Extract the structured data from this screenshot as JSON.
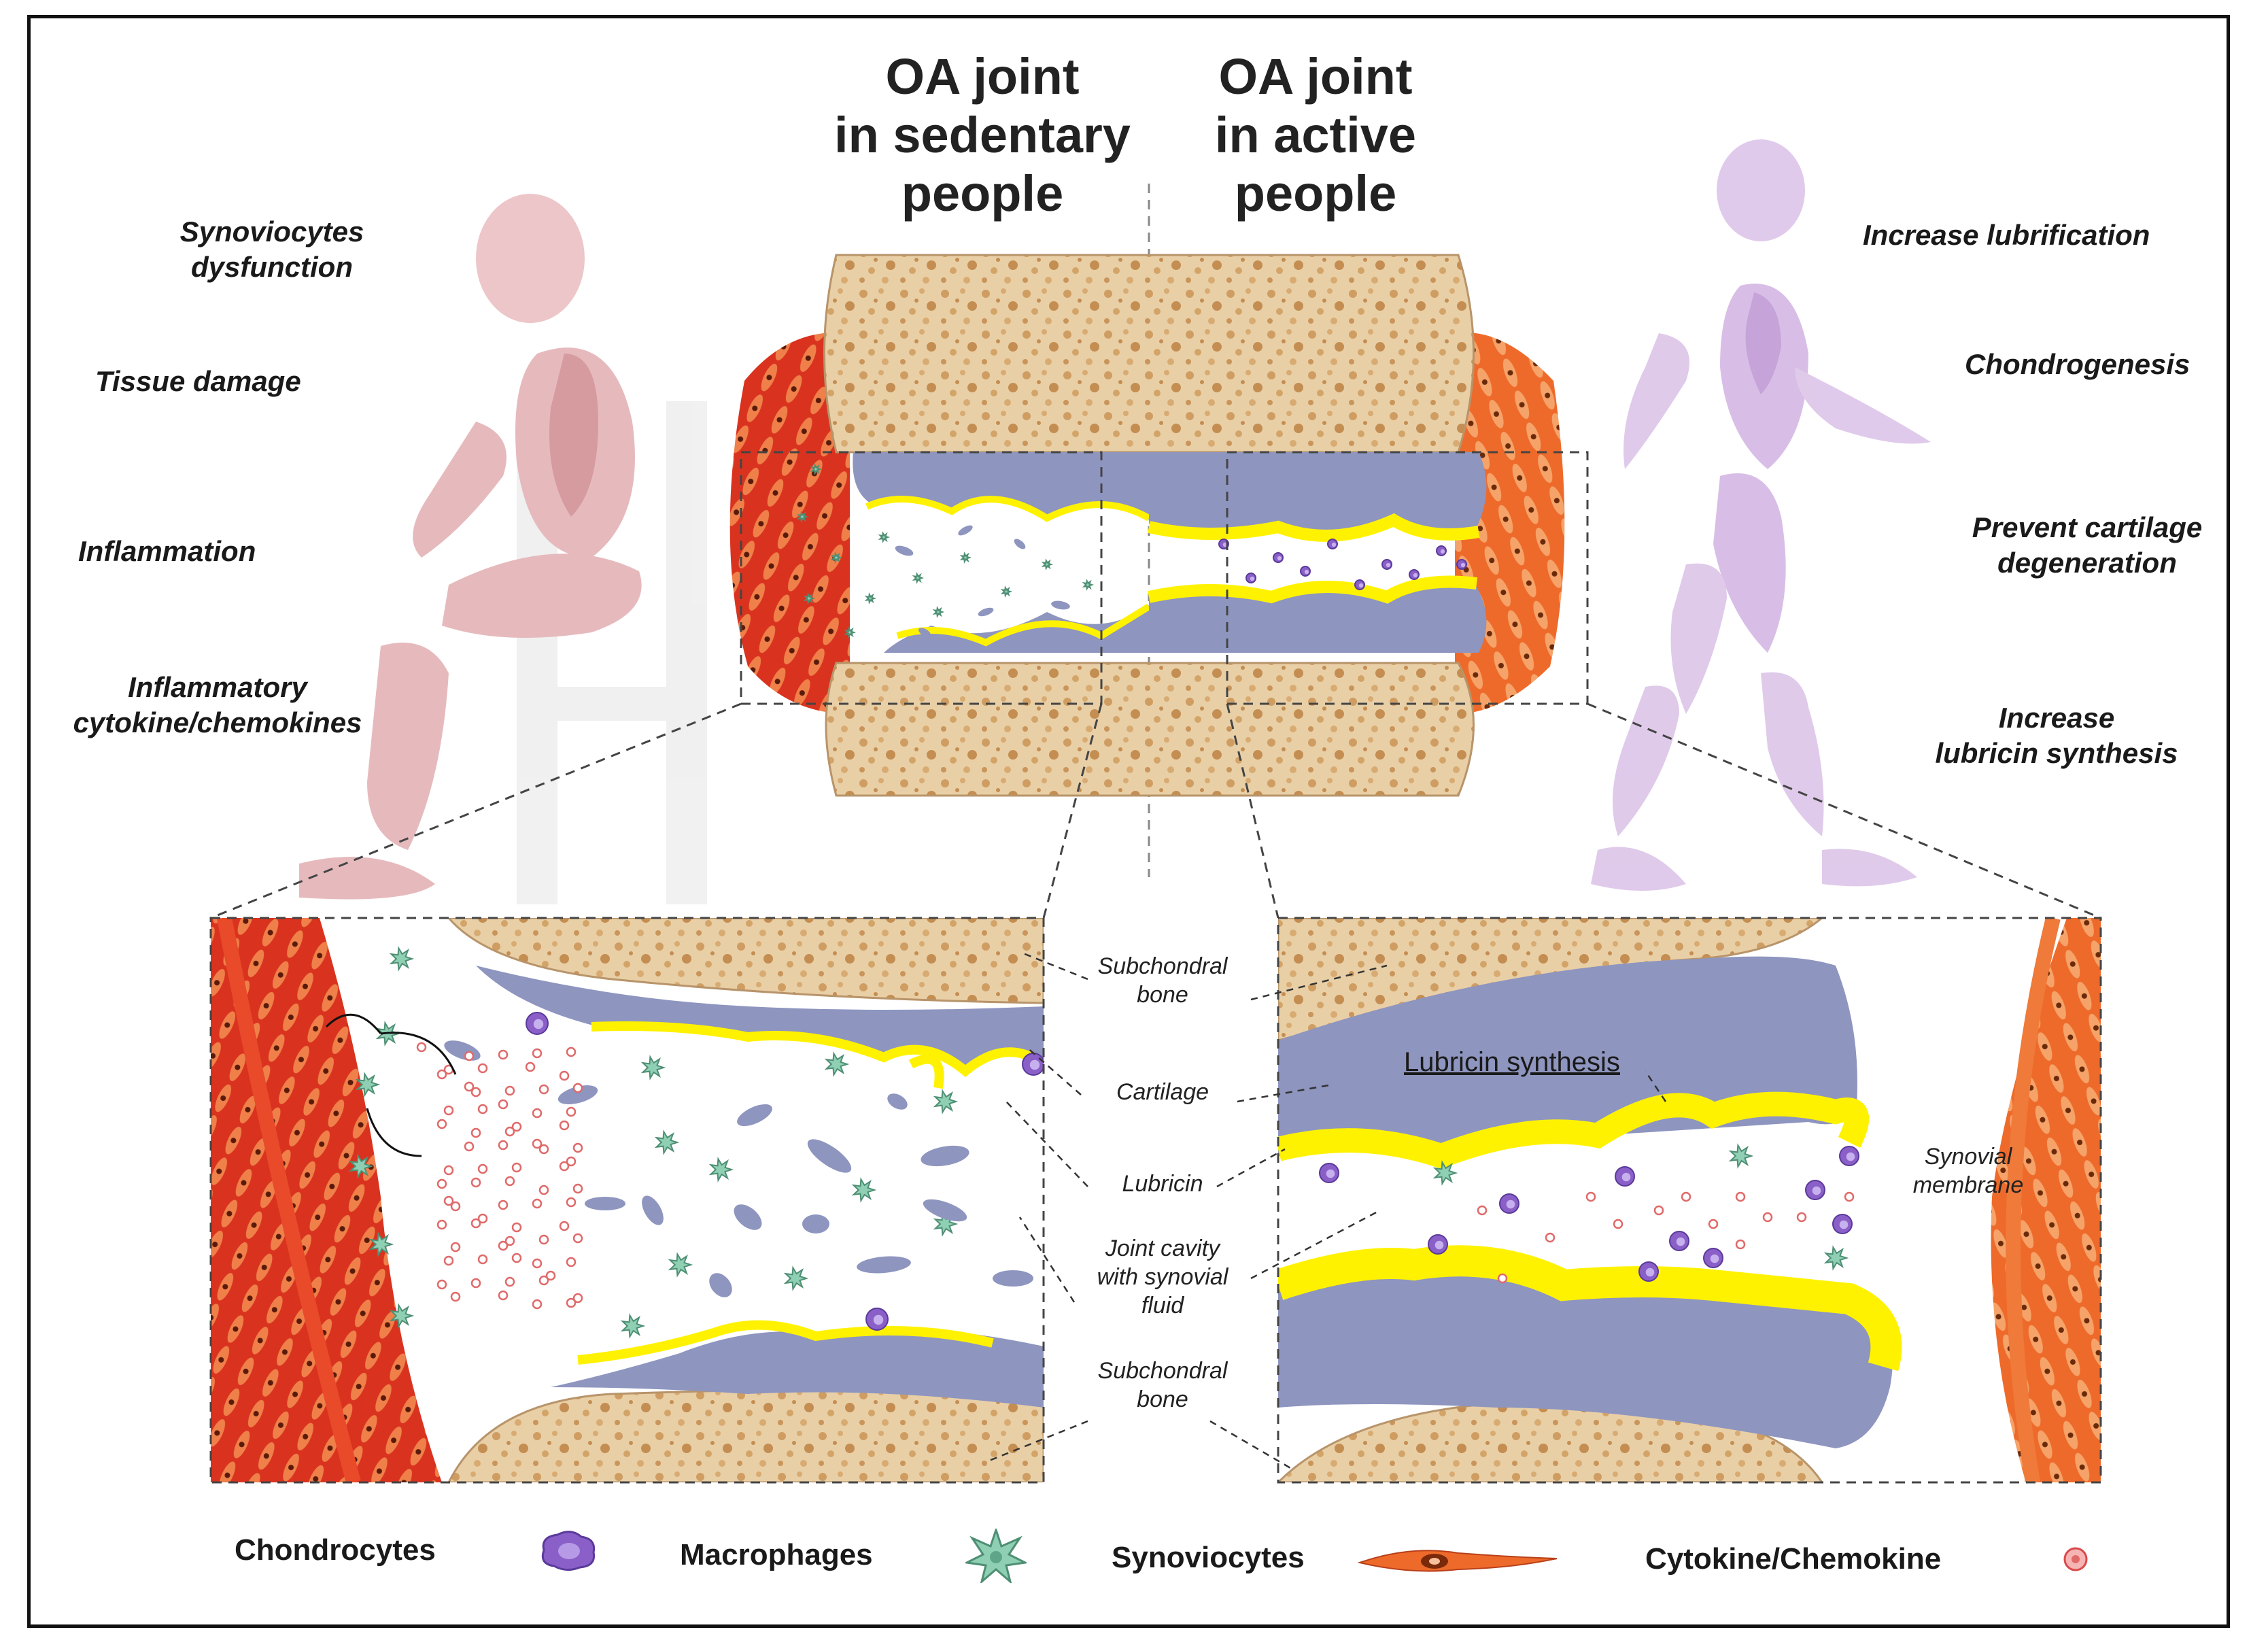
{
  "headings": {
    "sedentary": [
      "OA joint",
      "in sedentary",
      "people"
    ],
    "active": [
      "OA joint",
      "in active",
      "people"
    ]
  },
  "left_effects": [
    [
      "Synoviocytes",
      "dysfunction"
    ],
    [
      "Tissue damage"
    ],
    [
      "Inflammation"
    ],
    [
      "Inflammatory",
      "cytokine/chemokines"
    ]
  ],
  "right_effects": [
    [
      "Increase lubrification"
    ],
    [
      "Chondrogenesis"
    ],
    [
      "Prevent cartilage",
      "degeneration"
    ],
    [
      "Increase",
      "lubricin synthesis"
    ]
  ],
  "center_labels": {
    "subchondral_top": [
      "Subchondral",
      "bone"
    ],
    "cartilage": [
      "Cartilage"
    ],
    "lubricin": [
      "Lubricin"
    ],
    "joint_cavity": [
      "Joint cavity",
      "with synovial",
      "fluid"
    ],
    "subchondral_bottom": [
      "Subchondral",
      "bone"
    ]
  },
  "lubricin_synthesis": "Lubricin synthesis",
  "synovial_membrane": [
    "Synovial",
    "membrane"
  ],
  "legend": {
    "chondrocytes": "Chondrocytes",
    "macrophages": "Macrophages",
    "synoviocytes": "Synoviocytes",
    "cytokine": "Cytokine/Chemokine"
  },
  "colors": {
    "bone": "#e9cfa6",
    "bone_pore": "#c9955a",
    "cartilage": "#8e95bf",
    "lubricin": "#fff200",
    "synovium_sedentary": "#d9331f",
    "synovium_active": "#ef7a3a",
    "sedentary_figure": "#d99aa0",
    "active_figure": "#c9a3d9",
    "macrophage": "#8a5fc8",
    "synoviocyte": "#5fa58a",
    "cytokine": "#e06a6a"
  }
}
